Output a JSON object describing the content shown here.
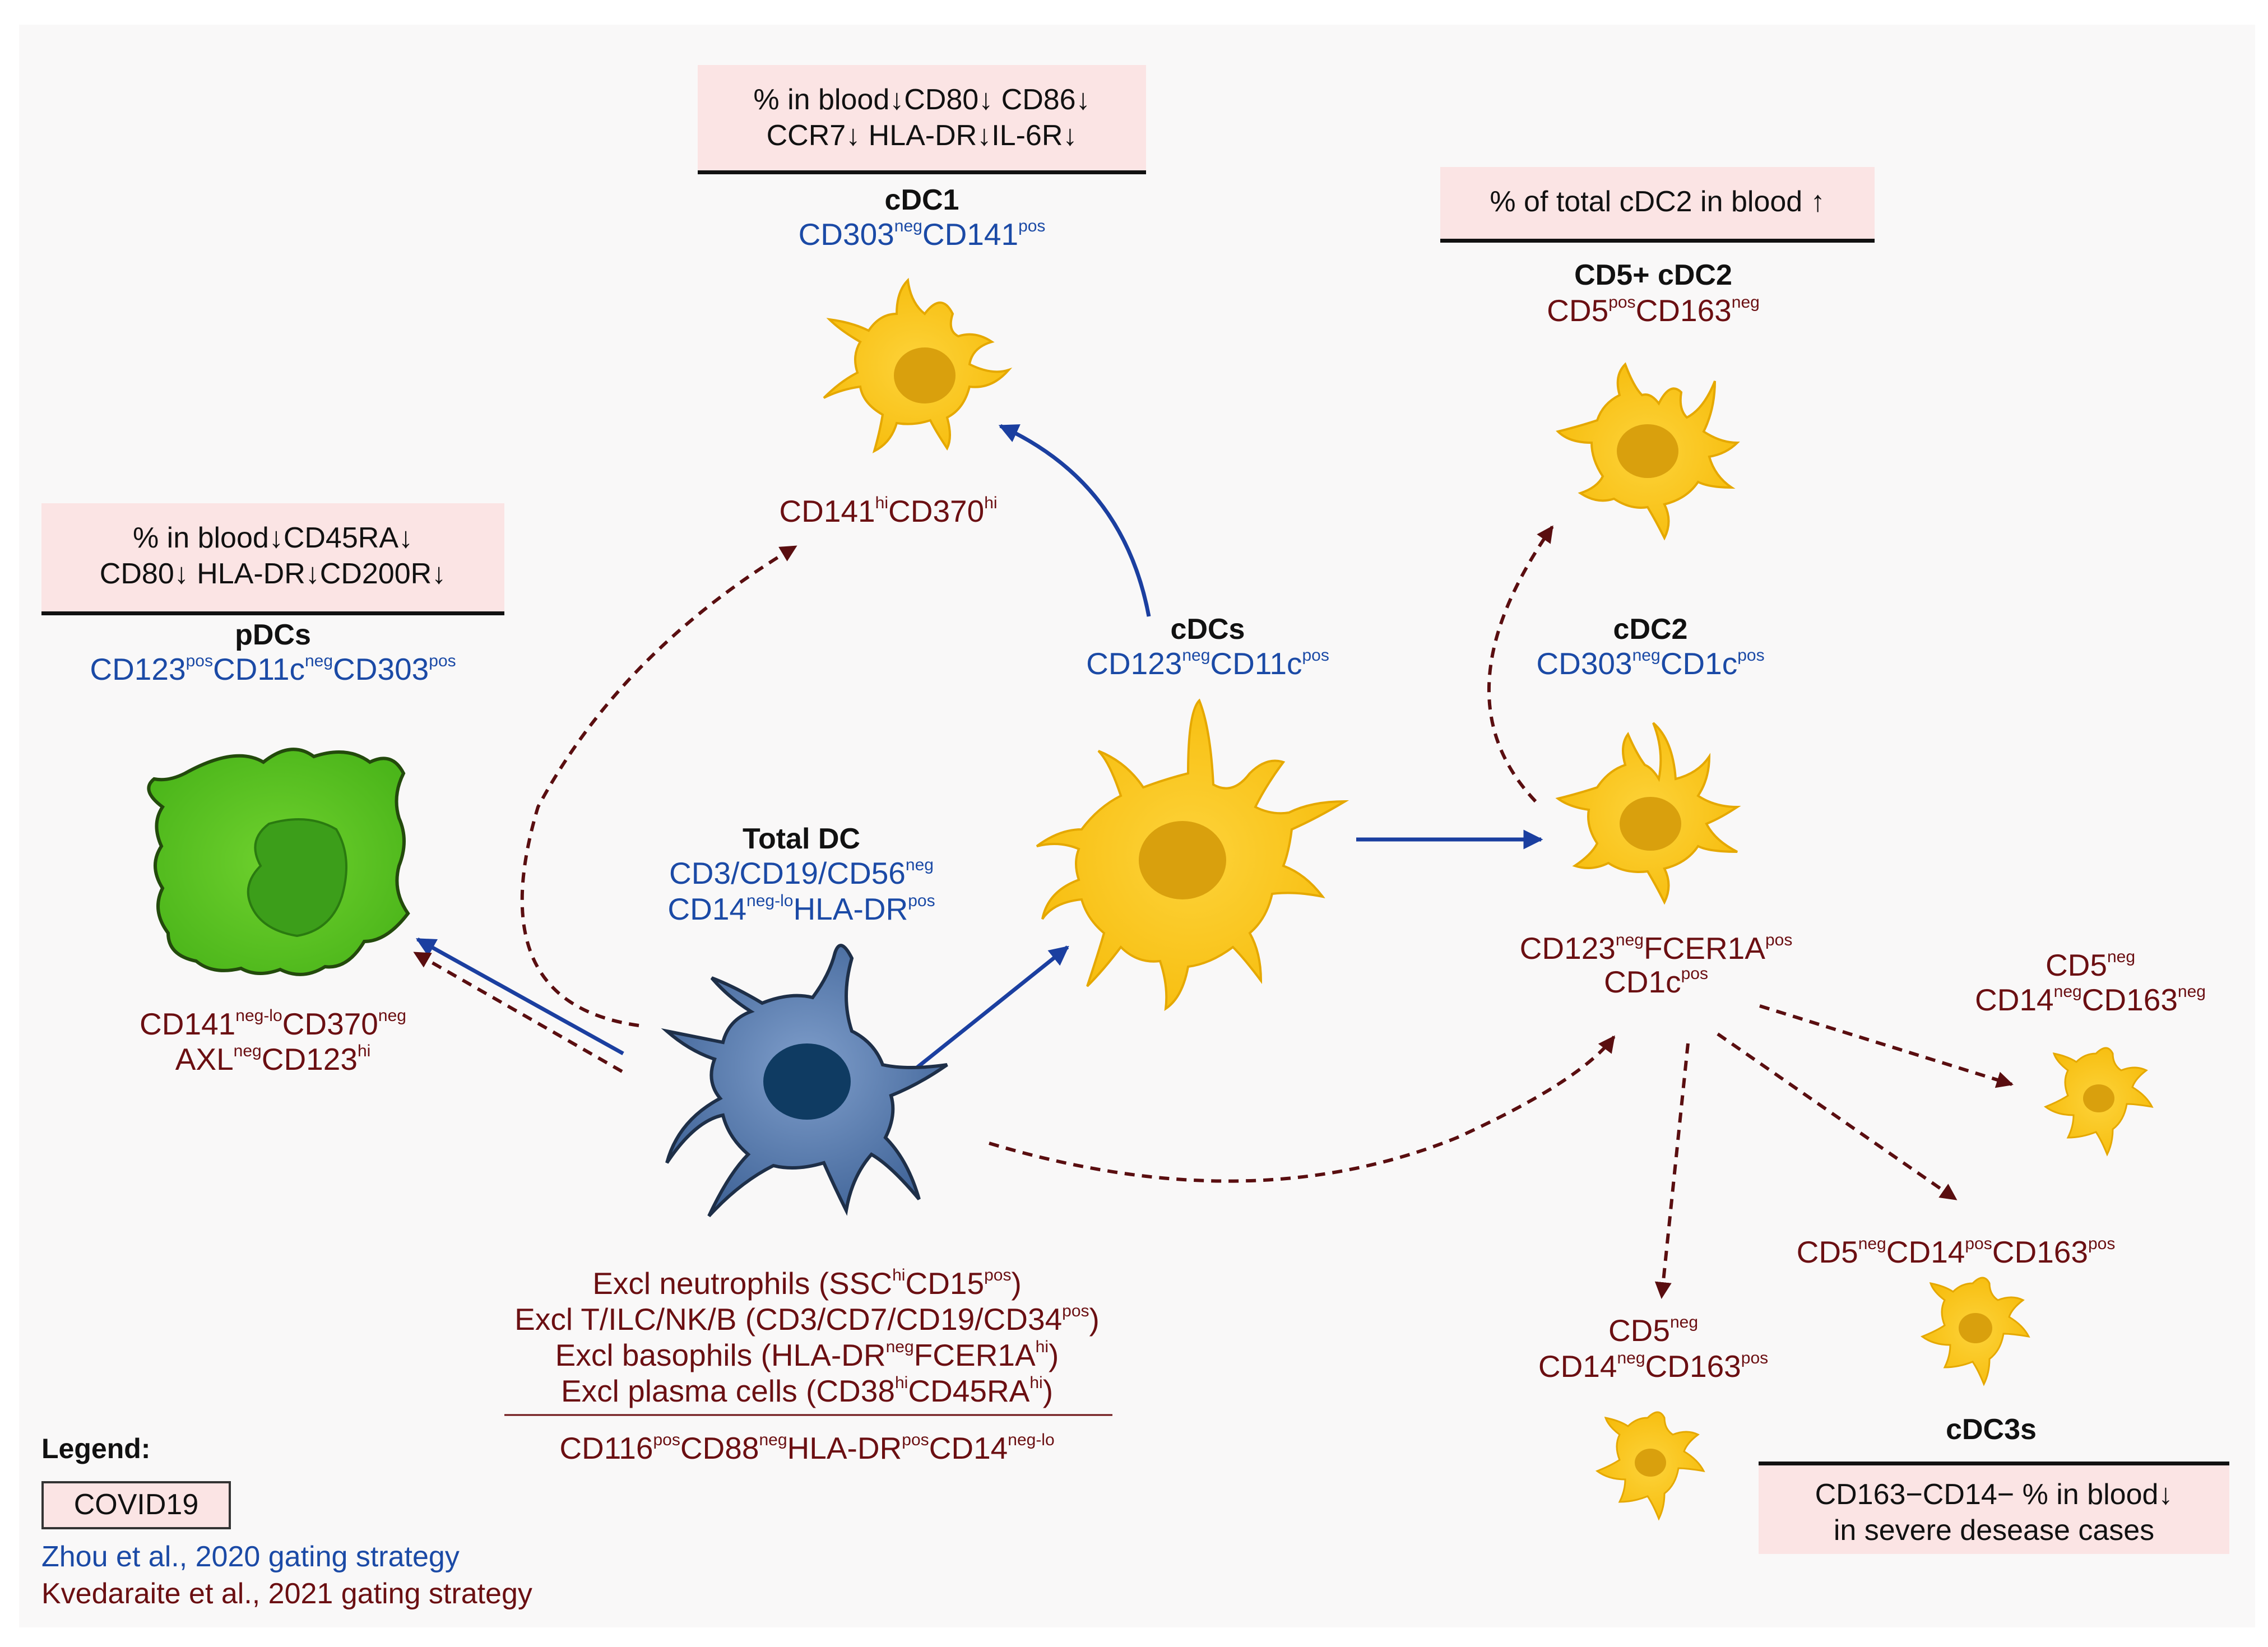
{
  "pdc_box": {
    "line1": "% in blood↓CD45RA↓",
    "line2": "CD80↓  HLA-DR↓CD200R↓"
  },
  "cdc1_box": {
    "line1": "% in blood↓CD80↓  CD86↓",
    "line2": "CCR7↓  HLA-DR↓IL-6R↓"
  },
  "cd5_box": {
    "line1": "% of total cDC2 in blood ↑"
  },
  "cdc3_box": {
    "line1": "CD163−CD14− % in blood↓",
    "line2": "in severe desease cases"
  },
  "pdcs": {
    "title": "pDCs",
    "blue": [
      [
        "CD123",
        "pos"
      ],
      [
        "CD11c",
        "neg"
      ],
      [
        "CD303",
        "pos"
      ]
    ],
    "red1": [
      [
        "CD141",
        "neg-lo"
      ],
      [
        "CD370",
        "neg"
      ]
    ],
    "red2": [
      [
        "AXL",
        "neg"
      ],
      [
        "CD123",
        "hi"
      ]
    ]
  },
  "cdc1": {
    "title": "cDC1",
    "blue": [
      [
        "CD303",
        "neg"
      ],
      [
        "CD141",
        "pos"
      ]
    ],
    "red": [
      [
        "CD141",
        "hi"
      ],
      [
        "CD370",
        "hi"
      ]
    ]
  },
  "cdcs": {
    "title": "cDCs",
    "blue": [
      [
        "CD123",
        "neg"
      ],
      [
        "CD11c",
        "pos"
      ]
    ]
  },
  "cdc2": {
    "title": "cDC2",
    "blue": [
      [
        "CD303",
        "neg"
      ],
      [
        "CD1c",
        "pos"
      ]
    ],
    "red1": [
      [
        "CD123",
        "neg"
      ],
      [
        "FCER1A",
        "pos"
      ]
    ],
    "red2": [
      [
        "CD1c",
        "pos"
      ]
    ]
  },
  "cd5cdc2": {
    "title": "CD5+ cDC2",
    "red": [
      [
        "CD5",
        "pos"
      ],
      [
        "CD163",
        "neg"
      ]
    ]
  },
  "total_dc": {
    "title": "Total DC",
    "blue1": [
      [
        "CD3/CD19/CD56",
        "neg"
      ]
    ],
    "blue2": [
      [
        "CD14",
        "neg-lo"
      ],
      [
        "HLA-DR",
        "pos"
      ]
    ]
  },
  "exclusions": {
    "l1": [
      [
        "Excl neutrophils (SSC",
        "hi"
      ],
      [
        "CD15",
        "pos"
      ],
      [
        ")",
        ""
      ]
    ],
    "l2": [
      [
        "Excl T/ILC/NK/B (CD3/CD7/CD19/CD34",
        "pos"
      ],
      [
        ")",
        ""
      ]
    ],
    "l3": [
      [
        "Excl basophils (HLA-DR",
        "neg"
      ],
      [
        "FCER1A",
        "hi"
      ],
      [
        ")",
        ""
      ]
    ],
    "l4": [
      [
        "Excl plasma cells (CD38",
        "hi"
      ],
      [
        "CD45RA",
        "hi"
      ],
      [
        ")",
        ""
      ]
    ],
    "l5": [
      [
        "CD116",
        "pos"
      ],
      [
        "CD88",
        "neg"
      ],
      [
        "HLA-DR",
        "pos"
      ],
      [
        "CD14",
        "neg-lo"
      ]
    ]
  },
  "cdc3_a": {
    "l1": [
      [
        "CD5",
        "neg"
      ]
    ],
    "l2": [
      [
        "CD14",
        "neg"
      ],
      [
        "CD163",
        "neg"
      ]
    ]
  },
  "cdc3_b": {
    "l1": [
      [
        "CD5",
        "neg"
      ],
      [
        "CD14",
        "pos"
      ],
      [
        "CD163",
        "pos"
      ]
    ]
  },
  "cdc3_c": {
    "l1": [
      [
        "CD5",
        "neg"
      ]
    ],
    "l2": [
      [
        "CD14",
        "neg"
      ],
      [
        "CD163",
        "pos"
      ]
    ]
  },
  "cdc3s": {
    "title": "cDC3s"
  },
  "legend": {
    "title": "Legend:",
    "box_label": "COVID19",
    "blue_label": "Zhou et al., 2020 gating strategy",
    "red_label": "Kvedaraite et al., 2021 gating strategy"
  },
  "colors": {
    "blue": "#1b4aa6",
    "dark_red": "#6b0f12",
    "yellow_cell": "#f9c512",
    "green_cell": "#5cc41e",
    "blue_cell": "#4f75a8",
    "box_fill": "#fbe4e4"
  }
}
